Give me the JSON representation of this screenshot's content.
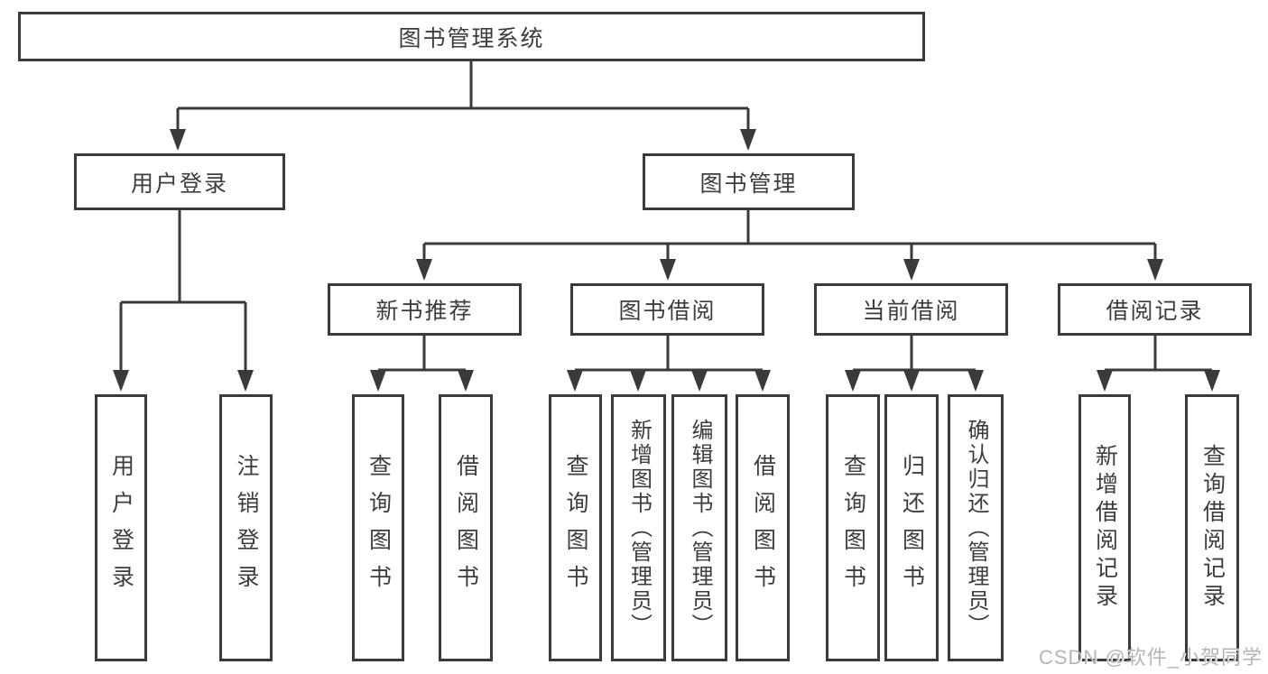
{
  "diagram": {
    "type": "hierarchy-tree",
    "background": "#ffffff",
    "colors": {
      "line": "#3a3a3a",
      "box_border": "#3a3a3a",
      "text": "#3d3d3d",
      "watermark": "#b5b5b5"
    },
    "nodes": {
      "root": "图书管理系统",
      "user_login": "用户登录",
      "book_mgmt": "图书管理",
      "user_login_leaf": "用户登录",
      "logout": "注销登录",
      "new_book_rec": "新书推荐",
      "book_borrow": "图书借阅",
      "current_borrow": "当前借阅",
      "borrow_records": "借阅记录",
      "nbr_query": "查询图书",
      "nbr_borrow": "借阅图书",
      "bb_query": "查询图书",
      "bb_add": "新增图书（管理员）",
      "bb_edit": "编辑图书（管理员）",
      "bb_borrow": "借阅图书",
      "cb_query": "查询图书",
      "cb_return": "归还图书",
      "cb_confirm": "确认归还（管理员）",
      "br_add": "新增借阅记录",
      "br_query": "查询借阅记录"
    },
    "edges": [
      [
        "root",
        "user_login"
      ],
      [
        "root",
        "book_mgmt"
      ],
      [
        "user_login",
        "user_login_leaf"
      ],
      [
        "user_login",
        "logout"
      ],
      [
        "book_mgmt",
        "new_book_rec"
      ],
      [
        "book_mgmt",
        "book_borrow"
      ],
      [
        "book_mgmt",
        "current_borrow"
      ],
      [
        "book_mgmt",
        "borrow_records"
      ],
      [
        "new_book_rec",
        "nbr_query"
      ],
      [
        "new_book_rec",
        "nbr_borrow"
      ],
      [
        "book_borrow",
        "bb_query"
      ],
      [
        "book_borrow",
        "bb_add"
      ],
      [
        "book_borrow",
        "bb_edit"
      ],
      [
        "book_borrow",
        "bb_borrow"
      ],
      [
        "current_borrow",
        "cb_query"
      ],
      [
        "current_borrow",
        "cb_return"
      ],
      [
        "current_borrow",
        "cb_confirm"
      ],
      [
        "borrow_records",
        "br_add"
      ],
      [
        "borrow_records",
        "br_query"
      ]
    ],
    "watermark": "CSDN @软件_小贺同学"
  }
}
